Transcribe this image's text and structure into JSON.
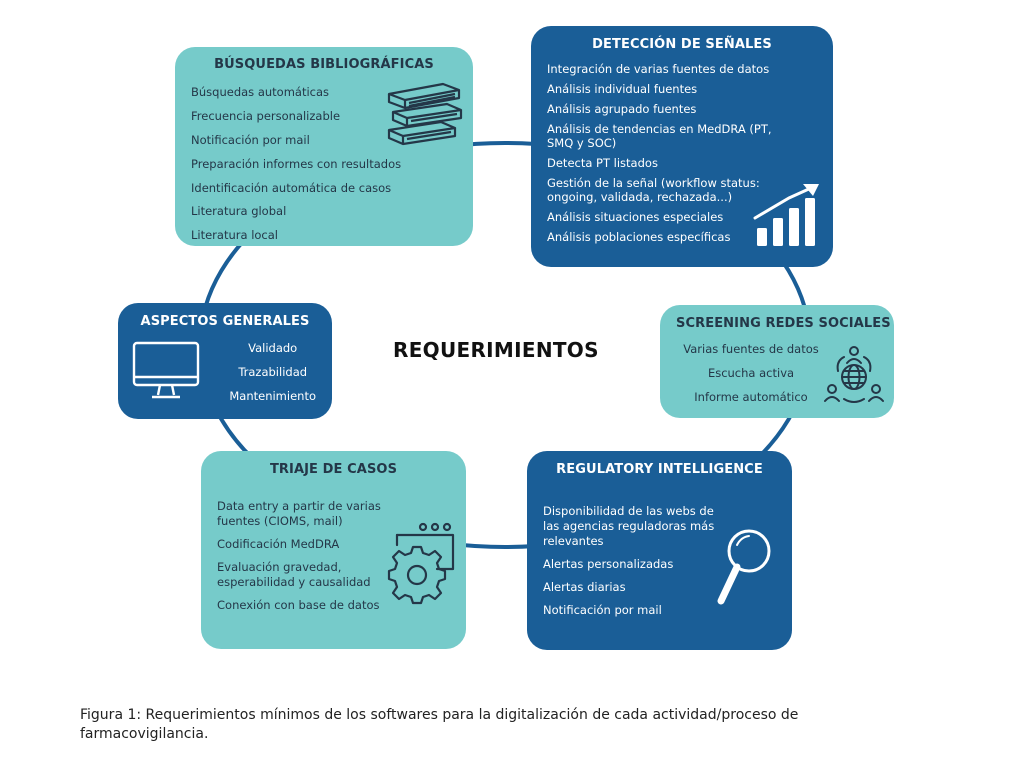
{
  "center_title": "REQUERIMIENTOS",
  "cards": {
    "busquedas": {
      "title": "BÚSQUEDAS BIBLIOGRÁFICAS",
      "items": [
        "Búsquedas automáticas",
        "Frecuencia personalizable",
        "Notificación por mail",
        "Preparación informes con resultados",
        "Identificación automática de casos",
        "Literatura global",
        "Literatura local"
      ],
      "icon": "books-icon"
    },
    "deteccion": {
      "title": "DETECCIÓN DE SEÑALES",
      "items": [
        "Integración de varias fuentes de datos",
        "Análisis individual fuentes",
        "Análisis agrupado fuentes",
        "Análisis de tendencias en MedDRA (PT, SMQ y SOC)",
        "Detecta PT listados",
        "Gestión de la señal (workflow status: ongoing, validada, rechazada...)",
        "Análisis situaciones especiales",
        "Análisis poblaciones específicas"
      ],
      "icon": "growth-chart-icon"
    },
    "aspectos": {
      "title": "ASPECTOS GENERALES",
      "items": [
        "Validado",
        "Trazabilidad",
        "Mantenimiento"
      ],
      "icon": "monitor-icon"
    },
    "screening": {
      "title": "SCREENING REDES SOCIALES",
      "items": [
        "Varias fuentes de datos",
        "Escucha activa",
        "Informe automático"
      ],
      "icon": "social-network-icon"
    },
    "triaje": {
      "title": "TRIAJE DE CASOS",
      "items": [
        "Data entry a partir de varias fuentes (CIOMS, mail)",
        "Codificación MedDRA",
        "Evaluación gravedad, esperabilidad y causalidad",
        "Conexión con base de datos"
      ],
      "icon": "gear-window-icon"
    },
    "regulatory": {
      "title": "REGULATORY INTELLIGENCE",
      "items": [
        "Disponibilidad de las webs de las agencias reguladoras más relevantes",
        "Alertas personalizadas",
        "Alertas diarias",
        "Notificación por mail"
      ],
      "icon": "magnifier-icon"
    }
  },
  "colors": {
    "light_card": "#76cbca",
    "dark_card": "#1a5e97",
    "connector": "#1a5e97"
  },
  "caption": "Figura 1: Requerimientos mínimos de los softwares para la digitalización de cada actividad/proceso de farmacovigilancia."
}
